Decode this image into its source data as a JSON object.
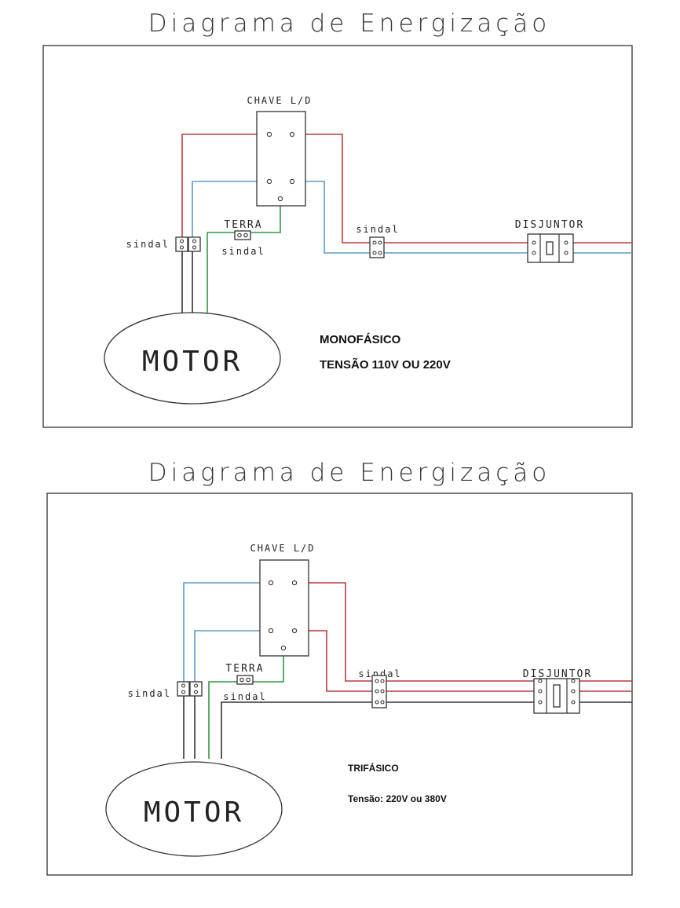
{
  "diagrams": [
    {
      "title": "Diagrama de Energização",
      "switch_label": "CHAVE L/D",
      "ground_label": "TERRA",
      "ground_sindal_label": "sindal",
      "motor_sindal_label": "sindal",
      "line_sindal_label": "sindal",
      "breaker_label": "DISJUNTOR",
      "motor_label": "MOTOR",
      "note_line1": "MONOFÁSICO",
      "note_line2": "TENSÃO 110V OU 220V"
    },
    {
      "title": "Diagrama de Energização",
      "switch_label": "CHAVE L/D",
      "ground_label": "TERRA",
      "ground_sindal_label": "sindal",
      "motor_sindal_label": "sindal",
      "line_sindal_label": "sindal",
      "breaker_label": "DISJUNTOR",
      "motor_label": "MOTOR",
      "note_line1": "TRIFÁSICO",
      "note_line2": "Tensão: 220V ou 380V"
    }
  ],
  "colors": {
    "phase_wire": "#c0393b",
    "neutral_wire": "#5b9bc8",
    "ground_wire": "#2e9a45",
    "frame": "#333333"
  }
}
